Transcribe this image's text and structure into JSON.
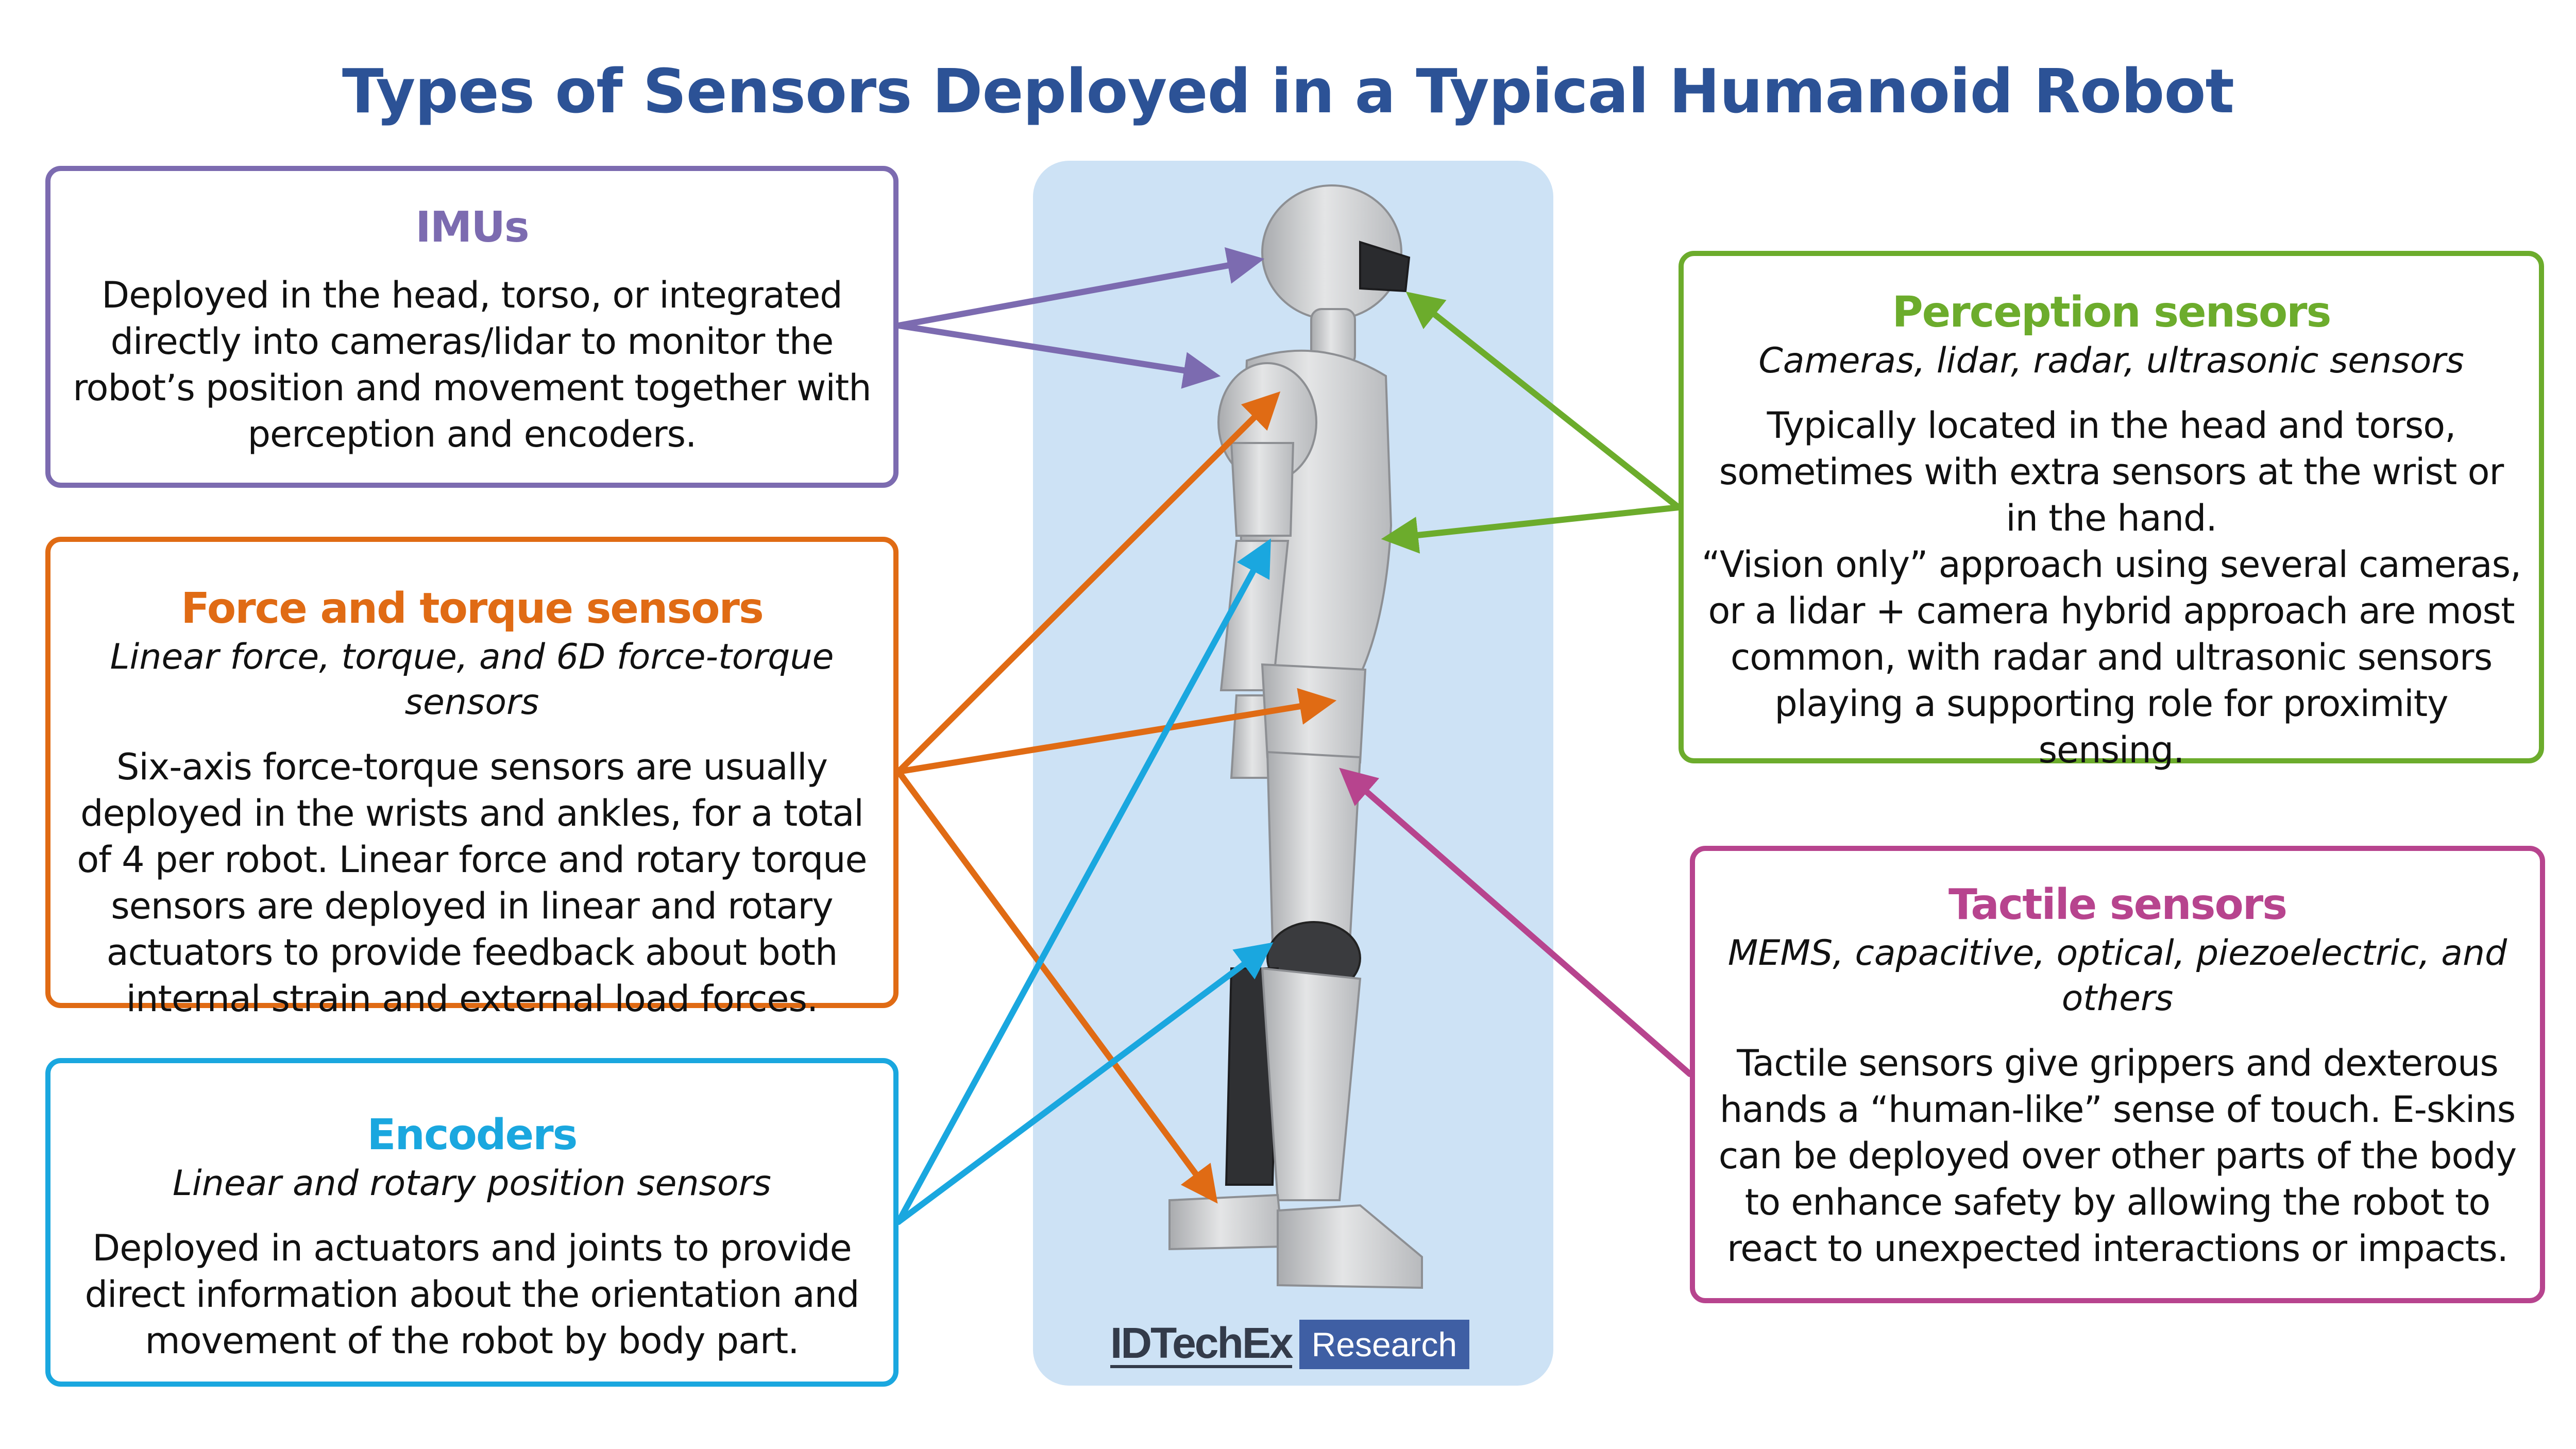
{
  "title": "Types of Sensors Deployed in a Typical Humanoid Robot",
  "imus": {
    "heading": "IMUs",
    "body": "Deployed in the head, torso, or integrated directly into cameras/lidar to monitor the robot’s position and movement together with perception and encoders."
  },
  "force": {
    "heading": "Force and torque sensors",
    "subtitle": "Linear force, torque, and 6D force-torque sensors",
    "body": "Six-axis force-torque sensors are usually deployed in the wrists and ankles, for a total of 4 per robot. Linear force and rotary torque sensors are deployed in linear and rotary actuators to provide feedback about both internal strain and external load forces."
  },
  "encoders": {
    "heading": "Encoders",
    "subtitle": "Linear and rotary position sensors",
    "body": "Deployed in actuators and joints to provide direct information about the orientation and movement of the robot by body part."
  },
  "perception": {
    "heading": "Perception sensors",
    "subtitle": "Cameras, lidar, radar, ultrasonic sensors",
    "body1": "Typically located in the head and torso, sometimes with extra sensors at the wrist or in the hand.",
    "body2": "“Vision only” approach using several cameras, or a lidar + camera hybrid approach are most common, with radar and ultrasonic sensors playing a supporting role for proximity sensing."
  },
  "tactile": {
    "heading": "Tactile sensors",
    "subtitle": "MEMS, capacitive, optical, piezoelectric, and others",
    "body": "Tactile sensors give grippers and dexterous hands a “human-like” sense of touch. E-skins can be deployed over other parts of the body to enhance safety by allowing the robot to react to unexpected interactions or impacts."
  },
  "logo": {
    "brand": "IDTechEx",
    "tag": "Research"
  },
  "colors": {
    "title": "#2c5296",
    "imus": "#7c6bb0",
    "force": "#e06b14",
    "encoders": "#1aa7df",
    "perception": "#6cac2c",
    "tactile": "#b7448e",
    "panel": "#cde2f5"
  },
  "icons": {
    "robot": "humanoid-robot-illustration",
    "arrows": "pointer-arrow-icon"
  }
}
